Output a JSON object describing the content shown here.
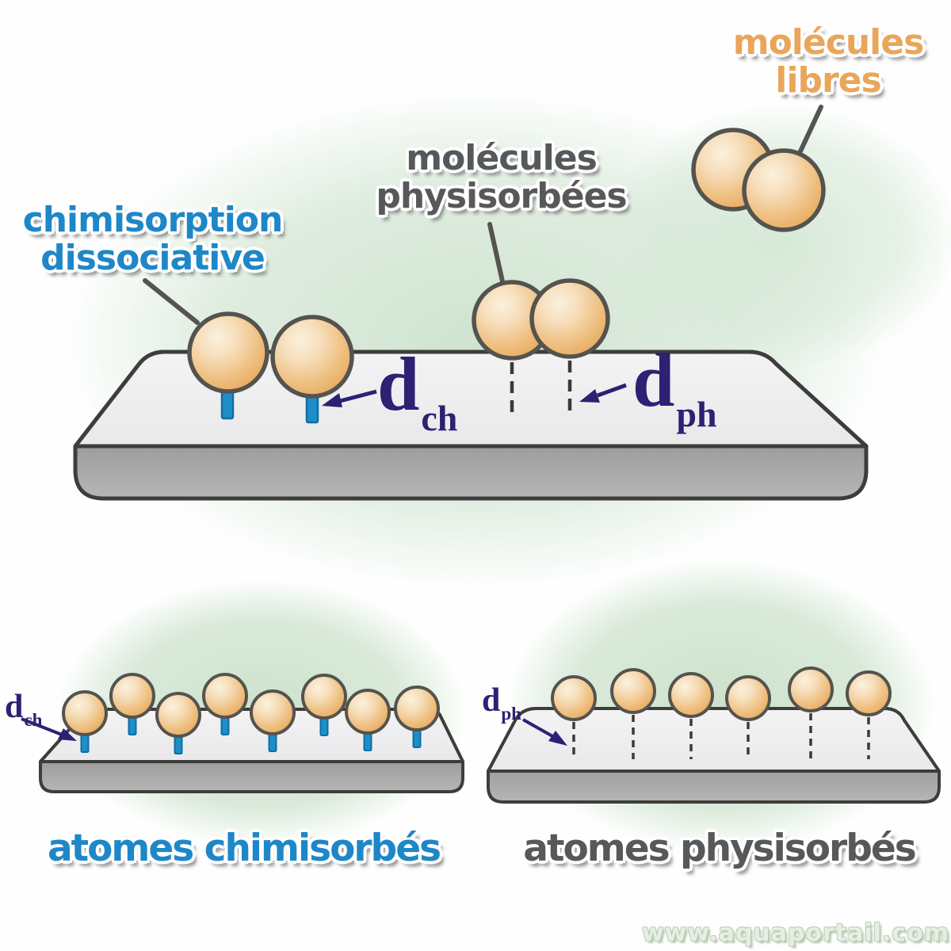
{
  "title_labels": {
    "free_molecules": {
      "line1": "molécules",
      "line2": "libres"
    },
    "physisorbed_molecules": {
      "line1": "molécules",
      "line2": "physisorbées"
    },
    "dissociative_chemisorption": {
      "line1": "chimisorption",
      "line2": "dissociative"
    },
    "chemisorbed_atoms": "atomes chimisorbés",
    "physisorbed_atoms": "atomes physisorbés"
  },
  "distance_labels": {
    "chemisorption": {
      "base": "d",
      "sub": "ch"
    },
    "physisorption": {
      "base": "d",
      "sub": "ph"
    }
  },
  "watermark": "www.aquaportail.com",
  "scene": {
    "free_molecule_atoms": 2,
    "physisorbed_molecule_atoms": 2,
    "dissociated_chemisorbed_atoms": 2,
    "chemisorbed_surface_atoms": 8,
    "physisorbed_surface_atoms": 6
  },
  "colors": {
    "chemisorption_text_blue": "#1e87c8",
    "physisorption_text_gray": "#57585a",
    "free_molecules_text_orange": "#e9a65a",
    "distance_label_navy": "#2c2173",
    "atom_orange": "#eeb96f",
    "chemical_bond_blue": "#1e8ec9",
    "surface_top_gray": "#efeff0",
    "surface_front_gray": "#8f8f8f",
    "background_green_tint": "#d2e4d2"
  }
}
